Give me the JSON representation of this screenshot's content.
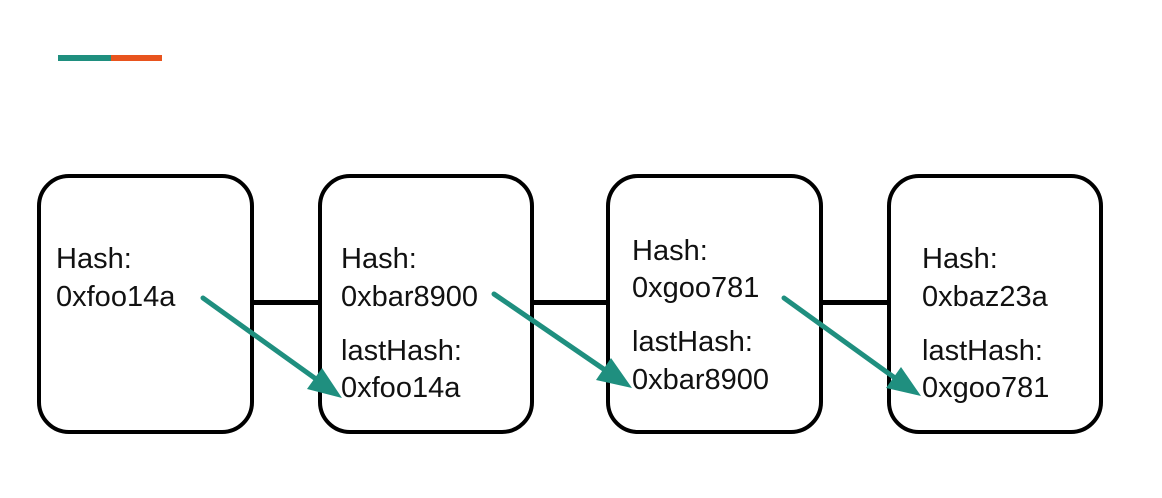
{
  "colors": {
    "teal": "#1f8f7f",
    "orange": "#e8541e",
    "arrow": "#1f8f7f"
  },
  "blocks": [
    {
      "hash_label": "Hash:",
      "hash_value": "0xfoo14a"
    },
    {
      "hash_label": "Hash:",
      "hash_value": "0xbar8900",
      "last_label": "lastHash:",
      "last_value": "0xfoo14a"
    },
    {
      "hash_label": "Hash:",
      "hash_value": "0xgoo781",
      "last_label": "lastHash:",
      "last_value": "0xbar8900"
    },
    {
      "hash_label": "Hash:",
      "hash_value": "0xbaz23a",
      "last_label": "lastHash:",
      "last_value": "0xgoo781"
    }
  ]
}
